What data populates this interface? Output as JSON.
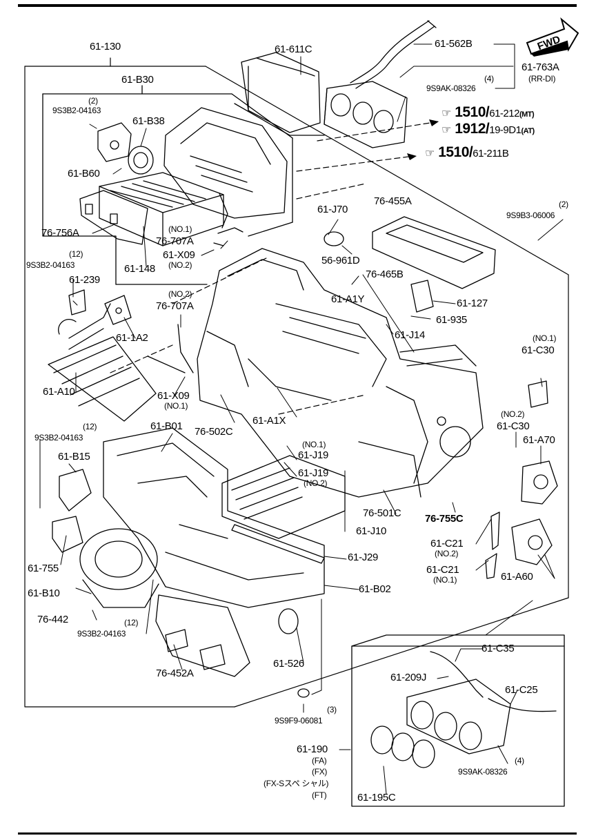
{
  "orientation": {
    "fwd": "FWD"
  },
  "refs": {
    "r1": {
      "code": "1510",
      "sep": "/",
      "ref": "61-212",
      "suffix": "(MT)"
    },
    "r2": {
      "code": "1912",
      "sep": "/",
      "ref": "19-9D1",
      "suffix": "(AT)"
    },
    "r3": {
      "code": "1510",
      "sep": "/",
      "ref": "61-211B",
      "suffix": ""
    }
  },
  "callouts": {
    "p61_130": "61-130",
    "p61_611C": "61-611C",
    "p61_562B": "61-562B",
    "p61_763A": "61-763A",
    "p61_763A_note": "(RR-DI)",
    "p9S9AK_08326_top_qty": "(4)",
    "p9S9AK_08326_top": "9S9AK-08326",
    "p61_B30": "61-B30",
    "p9S3B2_04163_a_qty": "(2)",
    "p9S3B2_04163_a": "9S3B2-04163",
    "p61_B38": "61-B38",
    "p61_B60": "61-B60",
    "p76_756A": "76-756A",
    "p76_707A_no1_note": "(NO.1)",
    "p76_707A_no1": "76-707A",
    "p61_X09_no2": "61-X09",
    "p61_X09_no2_note": "(NO.2)",
    "p61_148": "61-148",
    "p9S3B2_04163_b_qty": "(12)",
    "p9S3B2_04163_b": "9S3B2-04163",
    "p61_239": "61-239",
    "p76_707A_no2_note": "(NO.2)",
    "p76_707A_no2": "76-707A",
    "p61_1A2": "61-1A2",
    "p61_A10": "61-A10",
    "p61_X09_no1": "61-X09",
    "p61_X09_no1_note": "(NO.1)",
    "p76_502C": "76-502C",
    "p61_A1X": "61-A1X",
    "p61_J70": "61-J70",
    "p56_961D": "56-961D",
    "p76_455A": "76-455A",
    "p9S9B3_06006_qty": "(2)",
    "p9S9B3_06006": "9S9B3-06006",
    "p76_465B": "76-465B",
    "p61_A1Y": "61-A1Y",
    "p61_127": "61-127",
    "p61_935": "61-935",
    "p61_J14": "61-J14",
    "p61_C30_no1_note": "(NO.1)",
    "p61_C30_no1": "61-C30",
    "p61_C30_no2_note": "(NO.2)",
    "p61_C30_no2": "61-C30",
    "p61_A70": "61-A70",
    "p9S3B2_04163_c_qty": "(12)",
    "p9S3B2_04163_c": "9S3B2-04163",
    "p61_B01": "61-B01",
    "p61_B15": "61-B15",
    "p61_J19_no1_note": "(NO.1)",
    "p61_J19_no1": "61-J19",
    "p61_J19_no2": "61-J19",
    "p61_J19_no2_note": "(NO.2)",
    "p76_501C": "76-501C",
    "p76_755C": "76-755C",
    "p61_J10": "61-J10",
    "p61_755": "61-755",
    "p61_J29": "61-J29",
    "p61_C21_no2": "61-C21",
    "p61_C21_no2_note": "(NO.2)",
    "p61_C21_no1": "61-C21",
    "p61_C21_no1_note": "(NO.1)",
    "p61_A60": "61-A60",
    "p61_B10": "61-B10",
    "p61_B02": "61-B02",
    "p76_442": "76-442",
    "p9S3B2_04163_d_qty": "(12)",
    "p9S3B2_04163_d": "9S3B2-04163",
    "p76_452A": "76-452A",
    "p61_526": "61-526",
    "p61_C35": "61-C35",
    "p61_209J": "61-209J",
    "p61_C25": "61-C25",
    "p9S9F9_06081_qty": "(3)",
    "p9S9F9_06081": "9S9F9-06081",
    "p61_190": "61-190",
    "p61_190_fa": "(FA)",
    "p61_190_fx": "(FX)",
    "p61_190_fxs": "(FX-Sスペ シャル)",
    "p61_190_ft": "(FT)",
    "p61_195C": "61-195C",
    "p9S9AK_08326_bot_qty": "(4)",
    "p9S9AK_08326_bot": "9S9AK-08326"
  }
}
